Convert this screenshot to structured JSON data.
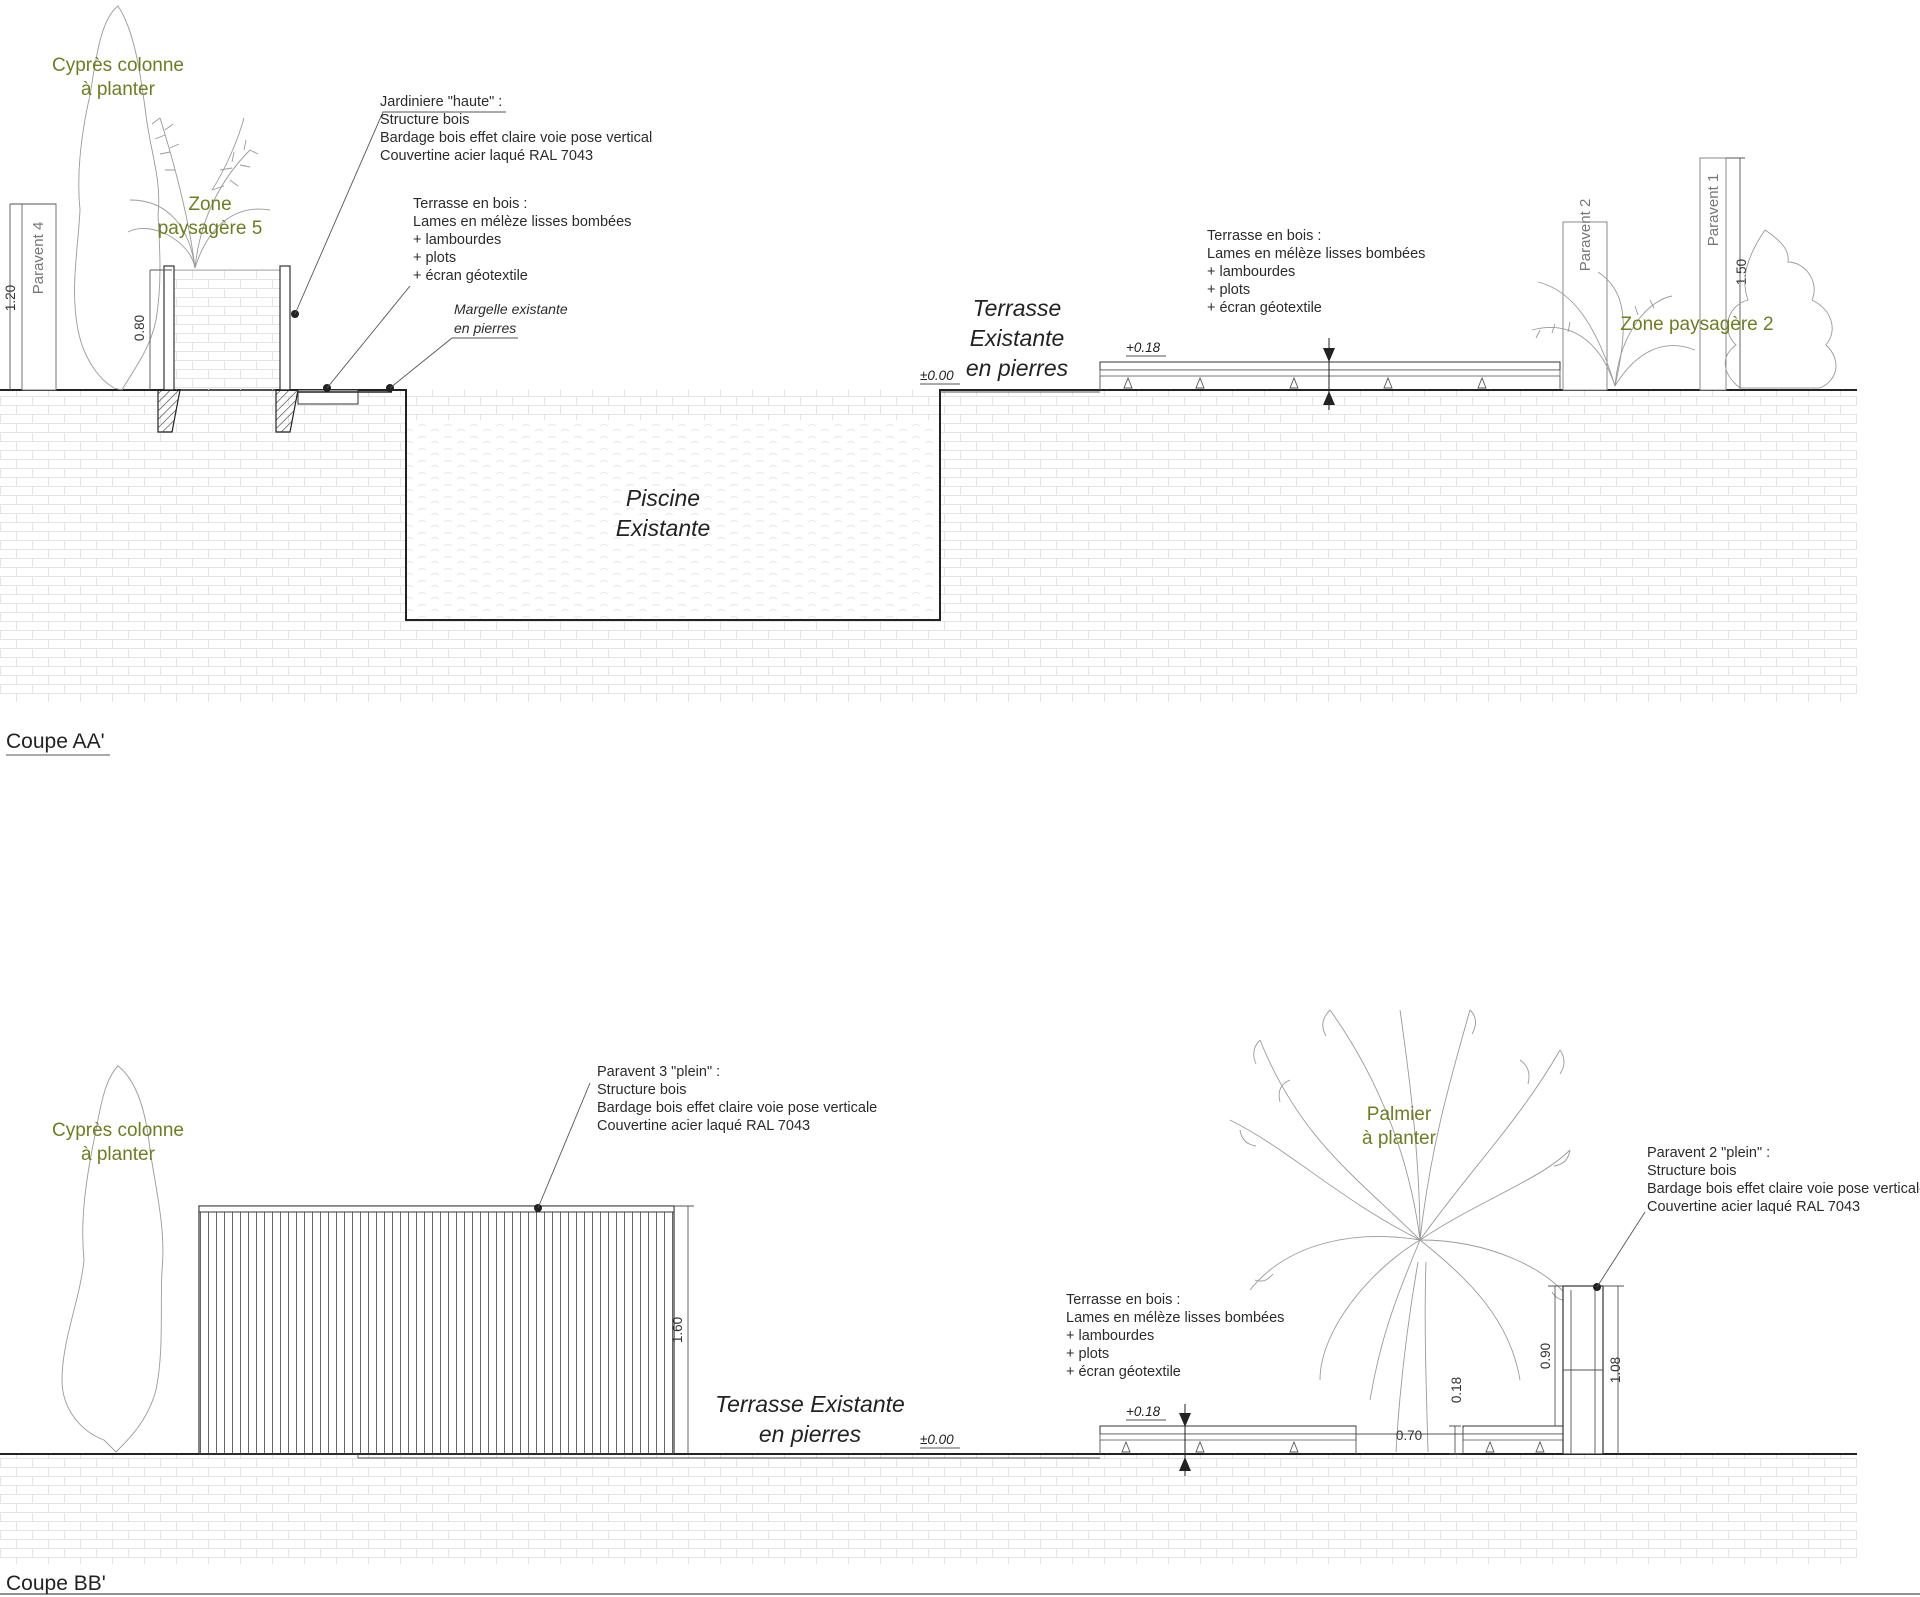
{
  "section_aa": {
    "title": "Coupe AA'",
    "cypres_line1": "Cyprès colonne",
    "cypres_line2": "à planter",
    "zone5_line1": "Zone",
    "zone5_line2": "paysagère 5",
    "paravent4": "Paravent 4",
    "dim_paravent4": "1.20",
    "dim_jardiniere": "0.80",
    "jardiniere_note": {
      "title": "Jardiniere \"haute\" :",
      "line1": "Structure bois",
      "line2": "Bardage bois effet claire voie pose vertical",
      "line3": "Couvertine acier laqué RAL 7043"
    },
    "terrasse_note_left": {
      "title": "Terrasse en bois :",
      "line1": "Lames en mélèze lisses bombées",
      "line2": "+ lambourdes",
      "line3": "+ plots",
      "line4": "+ écran géotextile"
    },
    "margelle_line1": "Margelle existante",
    "margelle_line2": "en pierres",
    "piscine_line1": "Piscine",
    "piscine_line2": "Existante",
    "terrasse_existante_line1": "Terrasse",
    "terrasse_existante_line2": "Existante",
    "terrasse_existante_line3": "en pierres",
    "elev_zero": "±0.00",
    "elev_deck": "+0.18",
    "terrasse_note_right": {
      "title": "Terrasse en bois :",
      "line1": "Lames en mélèze lisses bombées",
      "line2": "+ lambourdes",
      "line3": "+ plots",
      "line4": "+ écran géotextile"
    },
    "paravent2": "Paravent 2",
    "paravent1": "Paravent 1",
    "dim_paravent1": "1.50",
    "zone2": "Zone paysagère 2"
  },
  "section_bb": {
    "title": "Coupe BB'",
    "cypres_line1": "Cyprès colonne",
    "cypres_line2": "à planter",
    "paravent3_note": {
      "title": "Paravent 3 \"plein\" :",
      "line1": "Structure bois",
      "line2": "Bardage bois effet claire voie pose verticale",
      "line3": "Couvertine acier laqué RAL 7043"
    },
    "dim_paravent3": "1.60",
    "terrasse_existante_line1": "Terrasse Existante",
    "terrasse_existante_line2": "en pierres",
    "elev_zero": "±0.00",
    "elev_deck": "+0.18",
    "terrasse_note": {
      "title": "Terrasse en bois :",
      "line1": "Lames en mélèze lisses bombées",
      "line2": "+ lambourdes",
      "line3": "+ plots",
      "line4": "+ écran géotextile"
    },
    "palmier_line1": "Palmier",
    "palmier_line2": "à planter",
    "dim_gap": "0.70",
    "dim_step": "0.18",
    "dim_inner": "0.90",
    "dim_outer": "1.08",
    "paravent2_note": {
      "title": "Paravent 2 \"plein\" :",
      "line1": "Structure bois",
      "line2": "Bardage bois effet claire voie pose verticale",
      "line3": "Couvertine acier laqué RAL 7043"
    }
  }
}
